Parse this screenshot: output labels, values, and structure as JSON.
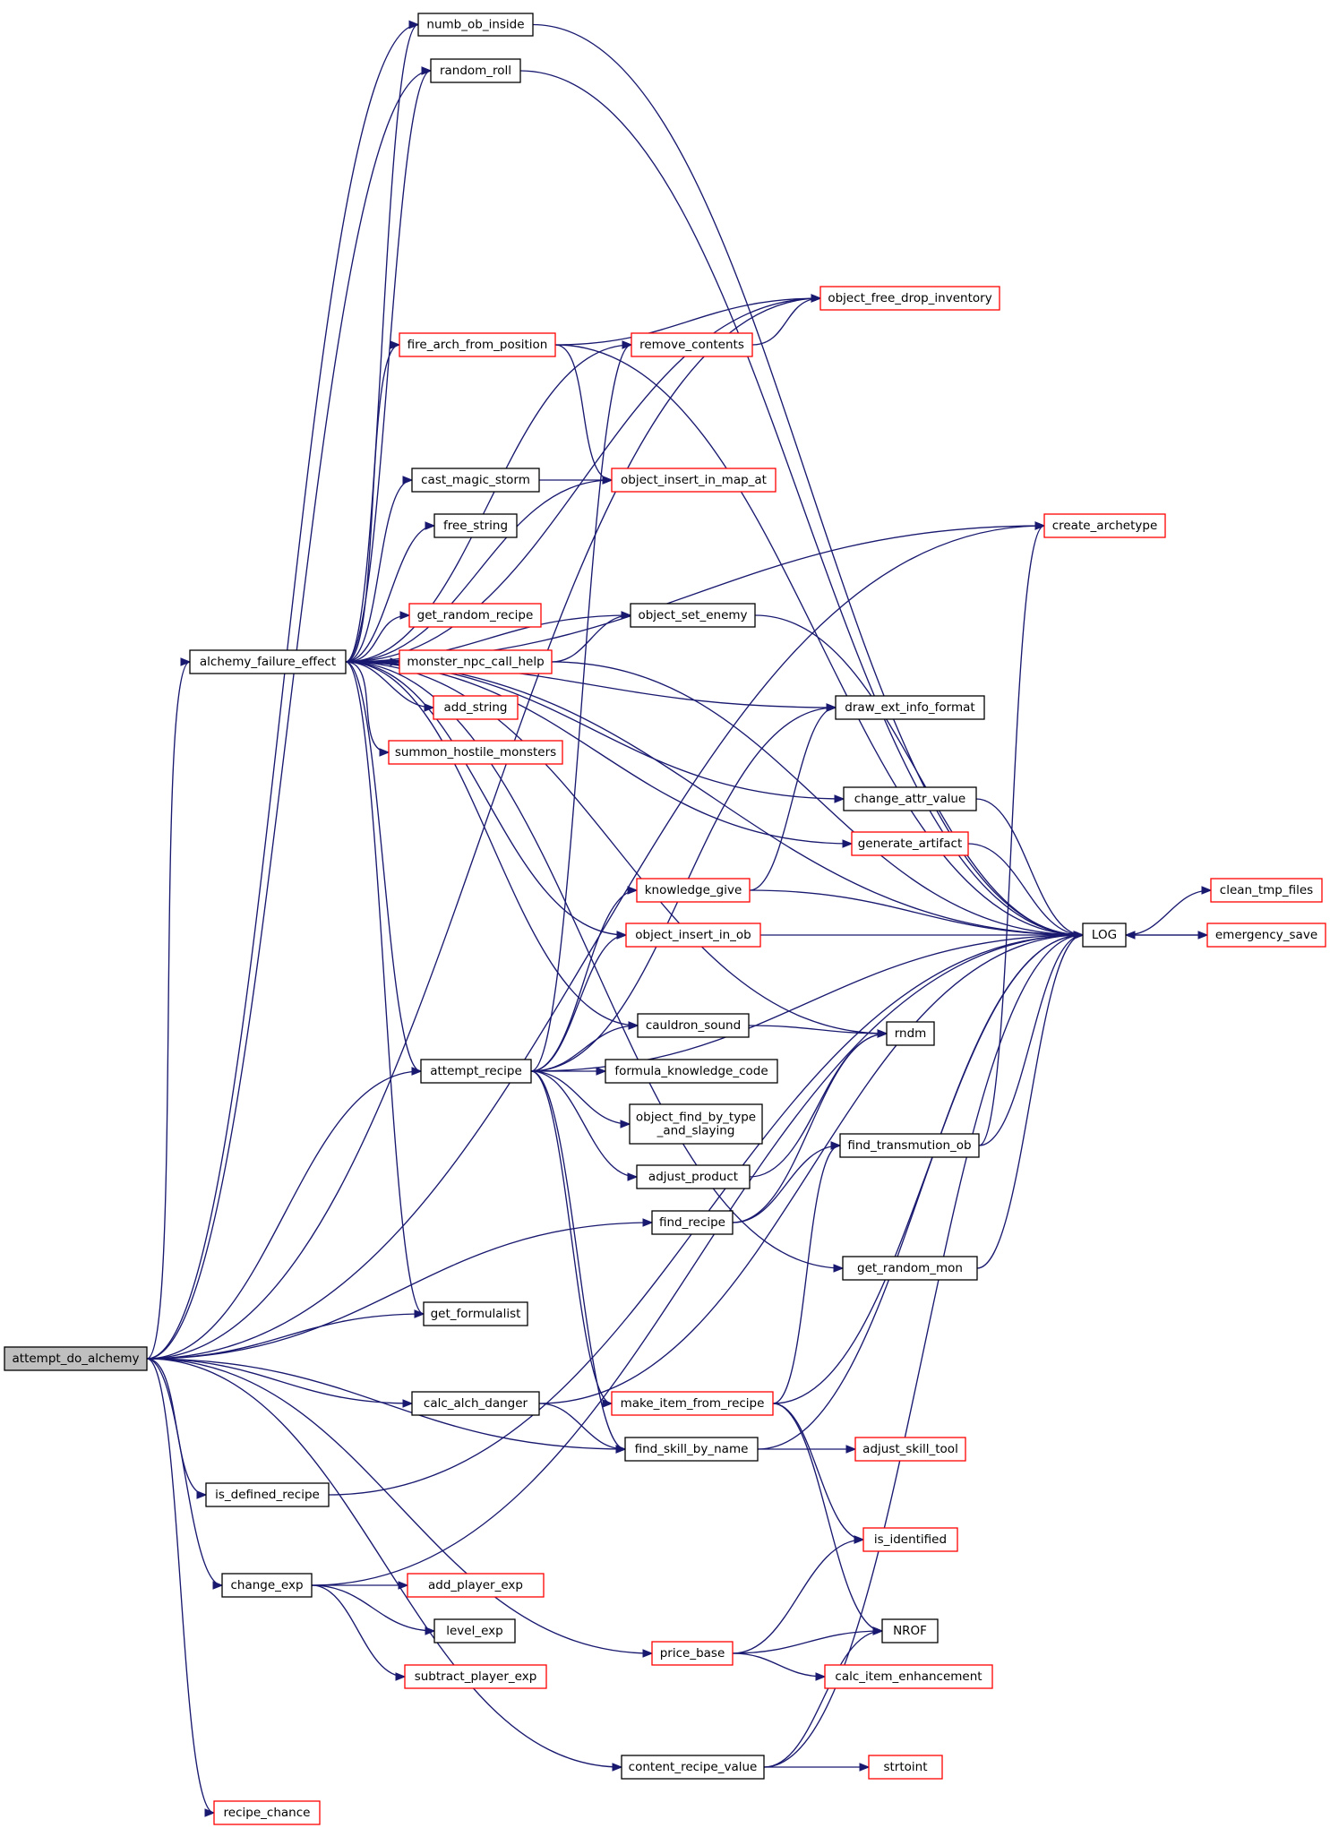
{
  "graph": {
    "root": "attempt_do_alchemy",
    "colors": {
      "edge": "#191970",
      "normal_border": "#000000",
      "link_border": "#ff0000",
      "root_fill": "#bfbfbf"
    },
    "nodes": [
      {
        "id": "attempt_do_alchemy",
        "label": "attempt_do_alchemy",
        "style": "root"
      },
      {
        "id": "numb_ob_inside",
        "label": "numb_ob_inside",
        "style": "black"
      },
      {
        "id": "random_roll",
        "label": "random_roll",
        "style": "black"
      },
      {
        "id": "object_free_drop_inventory",
        "label": "object_free_drop_inventory",
        "style": "red"
      },
      {
        "id": "fire_arch_from_position",
        "label": "fire_arch_from_position",
        "style": "red"
      },
      {
        "id": "remove_contents",
        "label": "remove_contents",
        "style": "red"
      },
      {
        "id": "cast_magic_storm",
        "label": "cast_magic_storm",
        "style": "black"
      },
      {
        "id": "object_insert_in_map_at",
        "label": "object_insert_in_map_at",
        "style": "red"
      },
      {
        "id": "create_archetype",
        "label": "create_archetype",
        "style": "red"
      },
      {
        "id": "free_string",
        "label": "free_string",
        "style": "black"
      },
      {
        "id": "get_random_recipe",
        "label": "get_random_recipe",
        "style": "red"
      },
      {
        "id": "object_set_enemy",
        "label": "object_set_enemy",
        "style": "black"
      },
      {
        "id": "alchemy_failure_effect",
        "label": "alchemy_failure_effect",
        "style": "black"
      },
      {
        "id": "monster_npc_call_help",
        "label": "monster_npc_call_help",
        "style": "red"
      },
      {
        "id": "add_string",
        "label": "add_string",
        "style": "red"
      },
      {
        "id": "draw_ext_info_format",
        "label": "draw_ext_info_format",
        "style": "black"
      },
      {
        "id": "summon_hostile_monsters",
        "label": "summon_hostile_monsters",
        "style": "red"
      },
      {
        "id": "change_attr_value",
        "label": "change_attr_value",
        "style": "black"
      },
      {
        "id": "generate_artifact",
        "label": "generate_artifact",
        "style": "red"
      },
      {
        "id": "knowledge_give",
        "label": "knowledge_give",
        "style": "red"
      },
      {
        "id": "clean_tmp_files",
        "label": "clean_tmp_files",
        "style": "red"
      },
      {
        "id": "LOG",
        "label": "LOG",
        "style": "black"
      },
      {
        "id": "object_insert_in_ob",
        "label": "object_insert_in_ob",
        "style": "red"
      },
      {
        "id": "emergency_save",
        "label": "emergency_save",
        "style": "red"
      },
      {
        "id": "cauldron_sound",
        "label": "cauldron_sound",
        "style": "black"
      },
      {
        "id": "rndm",
        "label": "rndm",
        "style": "black"
      },
      {
        "id": "attempt_recipe",
        "label": "attempt_recipe",
        "style": "black"
      },
      {
        "id": "formula_knowledge_code",
        "label": "formula_knowledge_code",
        "style": "black"
      },
      {
        "id": "object_find_by_type_and_slaying",
        "label": [
          "object_find_by_type",
          "_and_slaying"
        ],
        "style": "black"
      },
      {
        "id": "find_transmution_ob",
        "label": "find_transmution_ob",
        "style": "black"
      },
      {
        "id": "adjust_product",
        "label": "adjust_product",
        "style": "black"
      },
      {
        "id": "find_recipe",
        "label": "find_recipe",
        "style": "black"
      },
      {
        "id": "get_random_mon",
        "label": "get_random_mon",
        "style": "black"
      },
      {
        "id": "get_formulalist",
        "label": "get_formulalist",
        "style": "black"
      },
      {
        "id": "calc_alch_danger",
        "label": "calc_alch_danger",
        "style": "black"
      },
      {
        "id": "make_item_from_recipe",
        "label": "make_item_from_recipe",
        "style": "red"
      },
      {
        "id": "find_skill_by_name",
        "label": "find_skill_by_name",
        "style": "black"
      },
      {
        "id": "adjust_skill_tool",
        "label": "adjust_skill_tool",
        "style": "red"
      },
      {
        "id": "is_defined_recipe",
        "label": "is_defined_recipe",
        "style": "black"
      },
      {
        "id": "is_identified",
        "label": "is_identified",
        "style": "red"
      },
      {
        "id": "change_exp",
        "label": "change_exp",
        "style": "black"
      },
      {
        "id": "add_player_exp",
        "label": "add_player_exp",
        "style": "red"
      },
      {
        "id": "level_exp",
        "label": "level_exp",
        "style": "black"
      },
      {
        "id": "NROF",
        "label": "NROF",
        "style": "black"
      },
      {
        "id": "price_base",
        "label": "price_base",
        "style": "red"
      },
      {
        "id": "subtract_player_exp",
        "label": "subtract_player_exp",
        "style": "red"
      },
      {
        "id": "calc_item_enhancement",
        "label": "calc_item_enhancement",
        "style": "red"
      },
      {
        "id": "content_recipe_value",
        "label": "content_recipe_value",
        "style": "black"
      },
      {
        "id": "strtoint",
        "label": "strtoint",
        "style": "red"
      },
      {
        "id": "recipe_chance",
        "label": "recipe_chance",
        "style": "red"
      }
    ],
    "edges": [
      [
        "attempt_do_alchemy",
        "numb_ob_inside"
      ],
      [
        "attempt_do_alchemy",
        "random_roll"
      ],
      [
        "attempt_do_alchemy",
        "alchemy_failure_effect"
      ],
      [
        "attempt_do_alchemy",
        "attempt_recipe"
      ],
      [
        "attempt_do_alchemy",
        "find_recipe"
      ],
      [
        "attempt_do_alchemy",
        "get_formulalist"
      ],
      [
        "attempt_do_alchemy",
        "calc_alch_danger"
      ],
      [
        "attempt_do_alchemy",
        "find_skill_by_name"
      ],
      [
        "attempt_do_alchemy",
        "is_defined_recipe"
      ],
      [
        "attempt_do_alchemy",
        "change_exp"
      ],
      [
        "attempt_do_alchemy",
        "price_base"
      ],
      [
        "attempt_do_alchemy",
        "content_recipe_value"
      ],
      [
        "attempt_do_alchemy",
        "recipe_chance"
      ],
      [
        "attempt_do_alchemy",
        "object_free_drop_inventory"
      ],
      [
        "attempt_do_alchemy",
        "create_archetype"
      ],
      [
        "alchemy_failure_effect",
        "numb_ob_inside"
      ],
      [
        "alchemy_failure_effect",
        "random_roll"
      ],
      [
        "alchemy_failure_effect",
        "fire_arch_from_position"
      ],
      [
        "alchemy_failure_effect",
        "remove_contents"
      ],
      [
        "alchemy_failure_effect",
        "cast_magic_storm"
      ],
      [
        "alchemy_failure_effect",
        "object_insert_in_map_at"
      ],
      [
        "alchemy_failure_effect",
        "free_string"
      ],
      [
        "alchemy_failure_effect",
        "get_random_recipe"
      ],
      [
        "alchemy_failure_effect",
        "object_set_enemy"
      ],
      [
        "alchemy_failure_effect",
        "monster_npc_call_help"
      ],
      [
        "alchemy_failure_effect",
        "add_string"
      ],
      [
        "alchemy_failure_effect",
        "summon_hostile_monsters"
      ],
      [
        "alchemy_failure_effect",
        "draw_ext_info_format"
      ],
      [
        "alchemy_failure_effect",
        "change_attr_value"
      ],
      [
        "alchemy_failure_effect",
        "generate_artifact"
      ],
      [
        "alchemy_failure_effect",
        "object_insert_in_ob"
      ],
      [
        "alchemy_failure_effect",
        "rndm"
      ],
      [
        "alchemy_failure_effect",
        "cauldron_sound"
      ],
      [
        "alchemy_failure_effect",
        "attempt_recipe"
      ],
      [
        "alchemy_failure_effect",
        "get_random_mon"
      ],
      [
        "alchemy_failure_effect",
        "get_formulalist"
      ],
      [
        "alchemy_failure_effect",
        "LOG"
      ],
      [
        "alchemy_failure_effect",
        "object_free_drop_inventory"
      ],
      [
        "alchemy_failure_effect",
        "create_archetype"
      ],
      [
        "numb_ob_inside",
        "LOG"
      ],
      [
        "random_roll",
        "LOG"
      ],
      [
        "fire_arch_from_position",
        "object_free_drop_inventory"
      ],
      [
        "fire_arch_from_position",
        "object_insert_in_map_at"
      ],
      [
        "fire_arch_from_position",
        "LOG"
      ],
      [
        "remove_contents",
        "object_free_drop_inventory"
      ],
      [
        "cast_magic_storm",
        "object_insert_in_map_at"
      ],
      [
        "object_set_enemy",
        "LOG"
      ],
      [
        "monster_npc_call_help",
        "object_set_enemy"
      ],
      [
        "monster_npc_call_help",
        "LOG"
      ],
      [
        "change_attr_value",
        "LOG"
      ],
      [
        "generate_artifact",
        "LOG"
      ],
      [
        "knowledge_give",
        "draw_ext_info_format"
      ],
      [
        "knowledge_give",
        "LOG"
      ],
      [
        "object_insert_in_ob",
        "LOG"
      ],
      [
        "LOG",
        "clean_tmp_files"
      ],
      [
        "LOG",
        "emergency_save"
      ],
      [
        "emergency_save",
        "LOG"
      ],
      [
        "cauldron_sound",
        "rndm"
      ],
      [
        "attempt_recipe",
        "remove_contents"
      ],
      [
        "attempt_recipe",
        "draw_ext_info_format"
      ],
      [
        "attempt_recipe",
        "knowledge_give"
      ],
      [
        "attempt_recipe",
        "object_insert_in_ob"
      ],
      [
        "attempt_recipe",
        "cauldron_sound"
      ],
      [
        "attempt_recipe",
        "formula_knowledge_code"
      ],
      [
        "attempt_recipe",
        "object_find_by_type_and_slaying"
      ],
      [
        "attempt_recipe",
        "adjust_product"
      ],
      [
        "attempt_recipe",
        "make_item_from_recipe"
      ],
      [
        "attempt_recipe",
        "find_skill_by_name"
      ],
      [
        "attempt_recipe",
        "LOG"
      ],
      [
        "adjust_product",
        "rndm"
      ],
      [
        "find_recipe",
        "rndm"
      ],
      [
        "find_recipe",
        "find_transmution_ob"
      ],
      [
        "find_transmution_ob",
        "create_archetype"
      ],
      [
        "find_transmution_ob",
        "LOG"
      ],
      [
        "get_random_mon",
        "LOG"
      ],
      [
        "calc_alch_danger",
        "LOG"
      ],
      [
        "calc_alch_danger",
        "find_skill_by_name"
      ],
      [
        "make_item_from_recipe",
        "find_transmution_ob"
      ],
      [
        "make_item_from_recipe",
        "LOG"
      ],
      [
        "make_item_from_recipe",
        "is_identified"
      ],
      [
        "make_item_from_recipe",
        "NROF"
      ],
      [
        "find_skill_by_name",
        "adjust_skill_tool"
      ],
      [
        "find_skill_by_name",
        "LOG"
      ],
      [
        "is_defined_recipe",
        "LOG"
      ],
      [
        "change_exp",
        "add_player_exp"
      ],
      [
        "change_exp",
        "level_exp"
      ],
      [
        "change_exp",
        "subtract_player_exp"
      ],
      [
        "change_exp",
        "LOG"
      ],
      [
        "price_base",
        "is_identified"
      ],
      [
        "price_base",
        "NROF"
      ],
      [
        "price_base",
        "calc_item_enhancement"
      ],
      [
        "content_recipe_value",
        "NROF"
      ],
      [
        "content_recipe_value",
        "strtoint"
      ],
      [
        "content_recipe_value",
        "LOG"
      ]
    ]
  }
}
